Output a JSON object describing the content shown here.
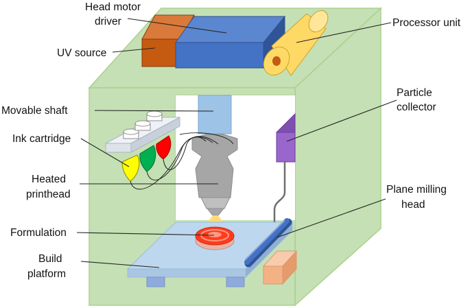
{
  "labels": {
    "head_motor_driver_line1": "Head motor",
    "head_motor_driver_line2": "driver",
    "processor_unit": "Processor unit",
    "uv_source": "UV source",
    "particle_collector_line1": "Particle",
    "particle_collector_line2": "collector",
    "movable_shaft": "Movable shaft",
    "ink_cartridge": "Ink cartridge",
    "heated_printhead_line1": "Heated",
    "heated_printhead_line2": "printhead",
    "plane_milling_head_line1": "Plane milling",
    "plane_milling_head_line2": "head",
    "formulation": "Formulation",
    "build_platform_line1": "Build",
    "build_platform_line2": "platform"
  },
  "colors": {
    "frame": "#c5e0b4",
    "frame_edge": "#a9d18e",
    "uv_source": "#c55a11",
    "head_motor_driver": "#4472c4",
    "processor_unit": "#ffd966",
    "processor_core": "#c55a11",
    "movable_shaft": "#9dc3e6",
    "printhead": "#a6a6a6",
    "particle_collector": "#9966cc",
    "ink_yellow": "#ffff00",
    "ink_green": "#00b050",
    "ink_red": "#ff0000",
    "build_platform": "#bdd7ee",
    "milling_head": "#4472c4",
    "milling_block": "#f4b183",
    "formulation": "#ff3b1f"
  }
}
